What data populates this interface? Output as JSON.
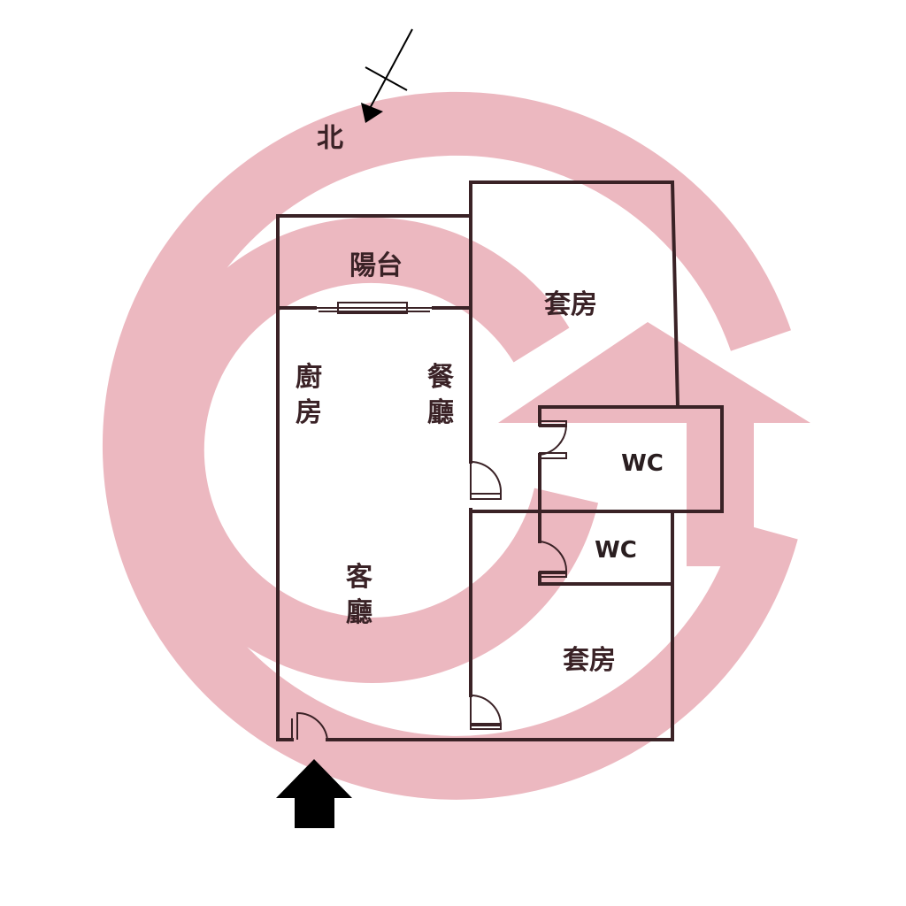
{
  "compass": {
    "label": "北"
  },
  "rooms": {
    "balcony": "陽台",
    "suite_top": "套房",
    "kitchen": [
      "廚",
      "房"
    ],
    "dining": [
      "餐",
      "廳"
    ],
    "wc_upper": "WC",
    "wc_lower": "WC",
    "living": [
      "客",
      "廳"
    ],
    "suite_bottom": "套房"
  },
  "colors": {
    "watermark": "#ecb8c0",
    "wall": "#3a2226",
    "entrance_arrow": "#000000"
  },
  "icons": {
    "watermark": "logo-watermark-icon",
    "compass": "north-arrow-icon",
    "entrance": "entrance-arrow-icon"
  }
}
